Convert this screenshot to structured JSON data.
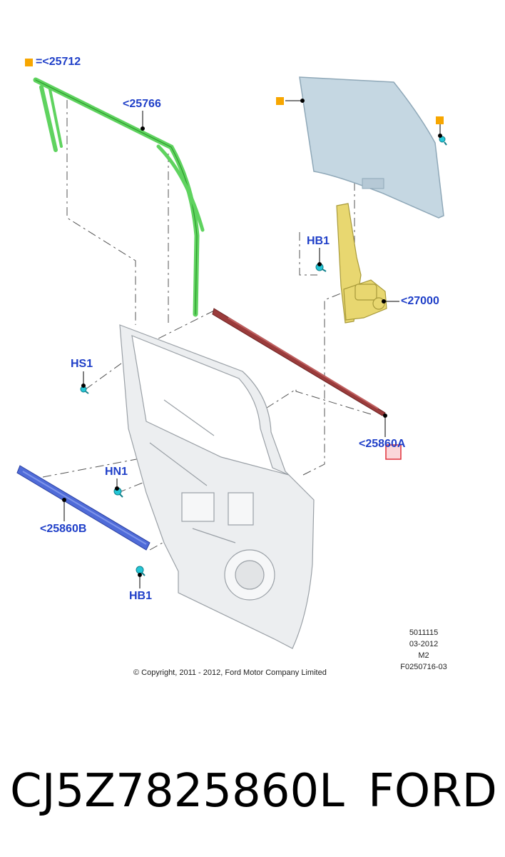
{
  "legend": {
    "marker_color": "#f7a600",
    "text": "=<25712"
  },
  "callouts": {
    "c25766": "<25766",
    "c27000": "<27000",
    "hb1_top": "HB1",
    "hs1": "HS1",
    "hn1": "HN1",
    "c25860A": "<25860A",
    "c25860B": "<25860B",
    "hb1_bottom": "HB1"
  },
  "meta": {
    "id": "5011115",
    "date": "03-2012",
    "code": "M2",
    "figure": "F0250716-03",
    "copyright": "© Copyright, 2011 - 2012, Ford Motor Company Limited"
  },
  "footer": {
    "part_number": "CJ5Z7825860L",
    "brand": "FORD"
  },
  "colors": {
    "callout_text": "#1f3fc8",
    "frame_green": "#5fd35f",
    "glass": "#c5d7e2",
    "regulator_yellow": "#e8d770",
    "belt_strip_red": "#9a3b3b",
    "belt_strip_blue": "#4f6bd8",
    "fastener_cyan": "#24c6d6",
    "highlight_box": "#e0303a",
    "door_panel": "#eceef0"
  }
}
